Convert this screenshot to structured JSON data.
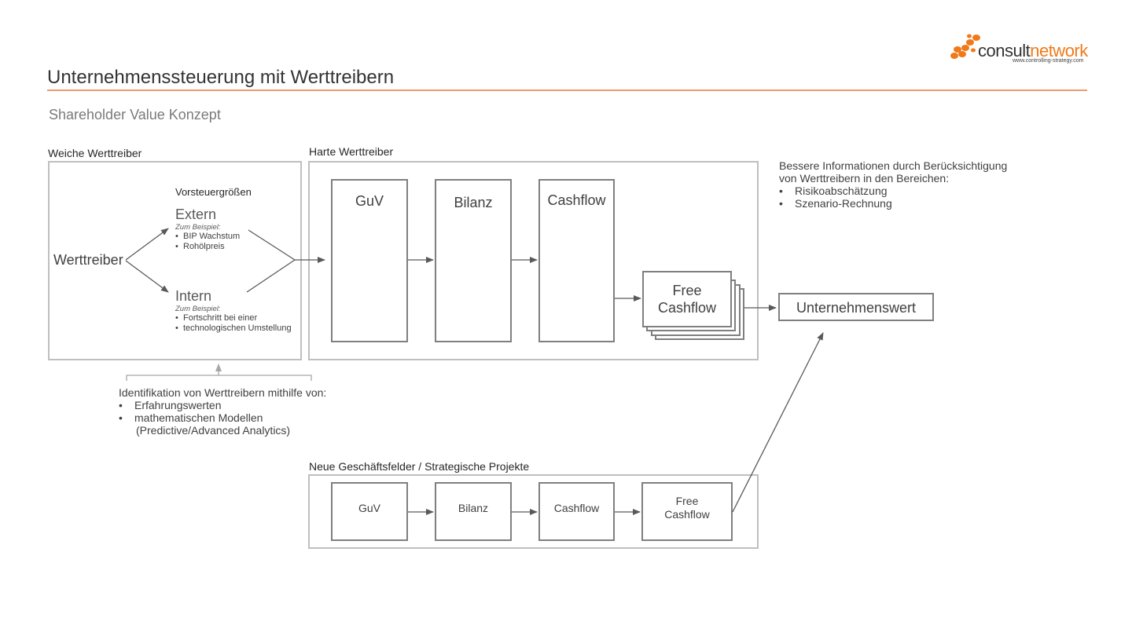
{
  "header": {
    "title": "Unternehmenssteuerung mit Werttreibern",
    "subtitle": "Shareholder Value Konzept",
    "accent_color": "#ED9B6E"
  },
  "logo": {
    "name_part1": "consult",
    "name_part2": "network",
    "url": "www.controlling-strategy.com",
    "brand_color": "#F07A1A"
  },
  "soft_drivers": {
    "section_label": "Weiche Werttreiber",
    "root": "Werttreiber",
    "leading_indicators_label": "Vorsteuergrößen",
    "external": {
      "title": "Extern",
      "example_label": "Zum Beispiel:",
      "items": [
        "BIP Wachstum",
        "Rohölpreis"
      ]
    },
    "internal": {
      "title": "Intern",
      "example_label": "Zum Beispiel:",
      "items": [
        "Fortschritt bei einer",
        "technologischen Umstellung"
      ]
    }
  },
  "identification": {
    "intro": "Identifikation von Werttreibern mithilfe von:",
    "items": [
      "Erfahrungswerten",
      "mathematischen Modellen"
    ],
    "continuation": "(Predictive/Advanced Analytics)"
  },
  "hard_drivers": {
    "section_label": "Harte Werttreiber",
    "boxes": [
      "GuV",
      "Bilanz",
      "Cashflow"
    ],
    "free_cashflow": [
      "Free",
      "Cashflow"
    ]
  },
  "enterprise_value": {
    "label": "Unternehmenswert"
  },
  "benefits": {
    "intro_line1": "Bessere Informationen durch Berücksichtigung",
    "intro_line2": "von Werttreibern in den Bereichen:",
    "items": [
      "Risikoabschätzung",
      "Szenario-Rechnung"
    ]
  },
  "new_business": {
    "section_label": "Neue Geschäftsfelder / Strategische Projekte",
    "boxes": [
      "GuV",
      "Bilanz",
      "Cashflow"
    ],
    "free_cashflow": [
      "Free",
      "Cashflow"
    ]
  }
}
